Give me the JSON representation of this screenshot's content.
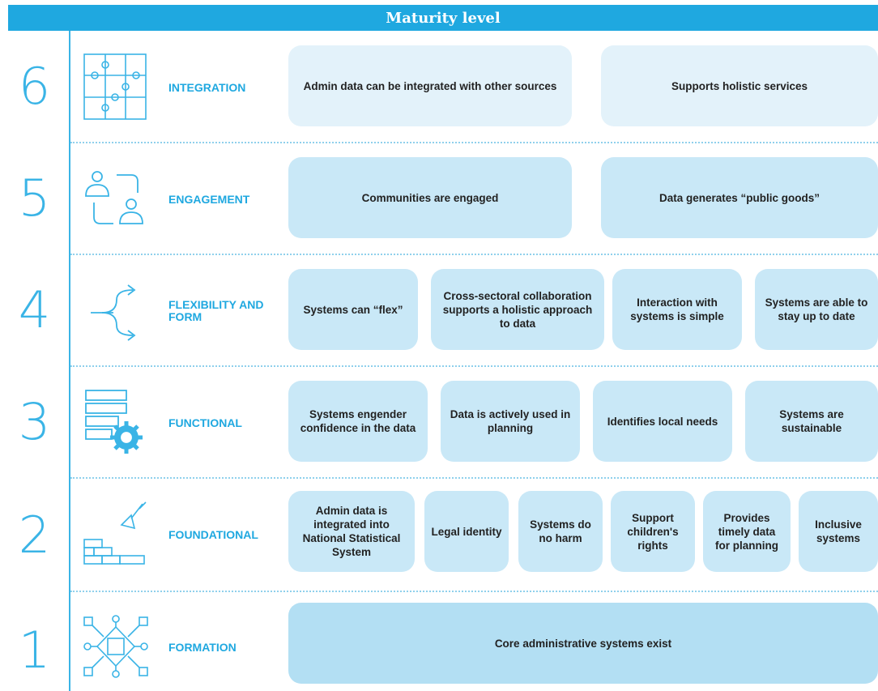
{
  "header": {
    "title": "Maturity level"
  },
  "levels": [
    {
      "number": "6",
      "label": "INTEGRATION",
      "icon": "puzzle-icon",
      "items": [
        "Admin data can be integrated with other sources",
        "Supports holistic services"
      ]
    },
    {
      "number": "5",
      "label": "ENGAGEMENT",
      "icon": "people-exchange-icon",
      "items": [
        "Communities are engaged",
        "Data generates “public goods”"
      ]
    },
    {
      "number": "4",
      "label": "FLEXIBILITY AND FORM",
      "icon": "branching-arrows-icon",
      "items": [
        "Systems can “flex”",
        "Cross-sectoral collaboration supports a holistic approach to data",
        "Interaction with systems is simple",
        "Systems are able to stay up to date"
      ]
    },
    {
      "number": "3",
      "label": "FUNCTIONAL",
      "icon": "database-gear-icon",
      "items": [
        "Systems engender confidence in the data",
        "Data is actively used in planning",
        "Identifies local needs",
        "Systems are sustainable"
      ]
    },
    {
      "number": "2",
      "label": "FOUNDATIONAL",
      "icon": "bricks-trowel-icon",
      "items": [
        "Admin data is integrated into National Statistical System",
        "Legal identity",
        "Systems do no harm",
        "Support children's rights",
        "Provides timely data for planning",
        "Inclusive systems"
      ]
    },
    {
      "number": "1",
      "label": "FORMATION",
      "icon": "network-hub-icon",
      "items": [
        "Core administrative systems exist"
      ]
    }
  ],
  "colors": {
    "accent": "#1fa8e0",
    "box_fill": "#c9e8f7",
    "separator": "#8fd0ec"
  }
}
